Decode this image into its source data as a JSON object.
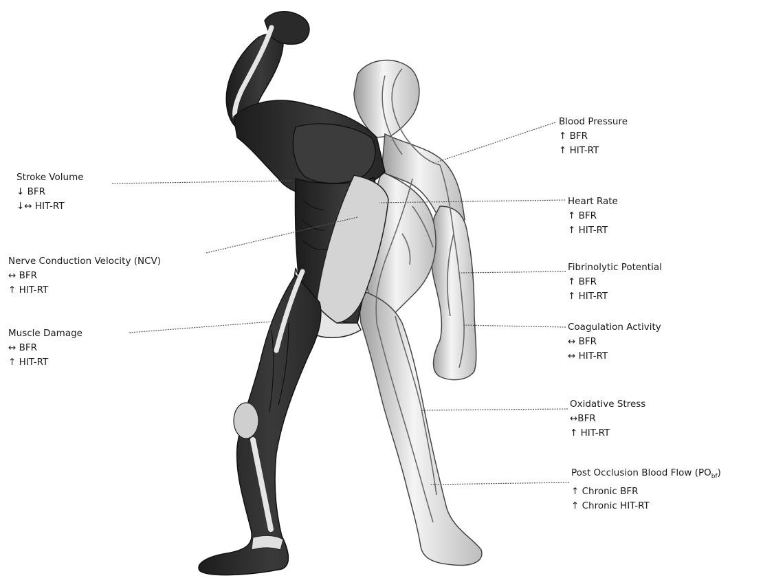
{
  "labels": {
    "stroke_volume": {
      "title": "Stroke Volume",
      "lines": [
        "↓ BFR",
        "↓↔ HIT-RT"
      ]
    },
    "ncv": {
      "title": "Nerve Conduction Velocity (NCV)",
      "lines": [
        "↔ BFR",
        "↑ HIT-RT"
      ]
    },
    "muscle_damage": {
      "title": "Muscle Damage",
      "lines": [
        "↔ BFR",
        "↑ HIT-RT"
      ]
    },
    "blood_pressure": {
      "title": "Blood Pressure",
      "lines": [
        "↑ BFR",
        "↑ HIT-RT"
      ]
    },
    "heart_rate": {
      "title": "Heart Rate",
      "lines": [
        "↑ BFR",
        "↑ HIT-RT"
      ]
    },
    "fibrinolytic": {
      "title": "Fibrinolytic Potential",
      "lines": [
        "↑ BFR",
        "↑ HIT-RT"
      ]
    },
    "coagulation": {
      "title": "Coagulation Activity",
      "lines": [
        "↔ BFR",
        "↔ HIT-RT"
      ]
    },
    "oxidative": {
      "title": "Oxidative Stress",
      "lines": [
        "↔BFR",
        "↑ HIT-RT"
      ]
    },
    "post_occlusion": {
      "title": "Post Occlusion Blood Flow (PO",
      "title_sub": "bf",
      "title_end": ")",
      "lines": [
        "↑ Chronic BFR",
        "↑ Chronic HIT-RT"
      ]
    }
  },
  "colors": {
    "dark_body": "#2b2b2b",
    "mid_body": "#555555",
    "light_body": "#d6d6d6",
    "bone": "#e8e8e8",
    "vessel": "#6a6a6a",
    "leader": "#555555"
  }
}
